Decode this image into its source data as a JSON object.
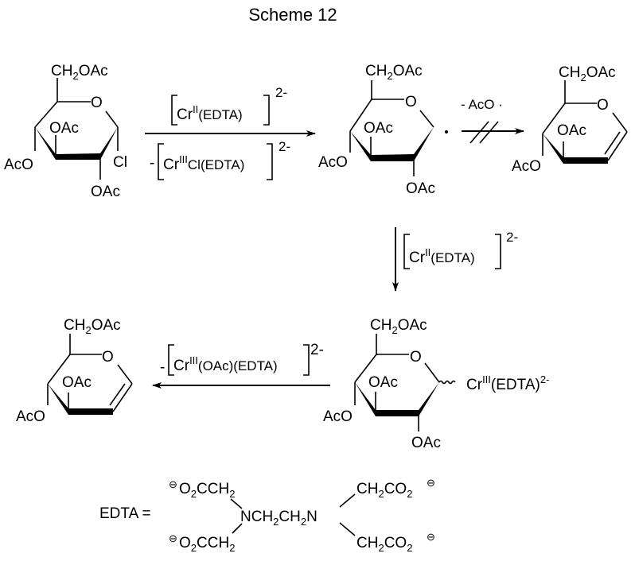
{
  "title": "Scheme 12",
  "labels": {
    "ch2oac_main": "CH",
    "ch2oac_sub": "2",
    "ch2oac_tail": "OAc",
    "ring_o": "O",
    "oac": "OAc",
    "aco": "AcO",
    "cl": "Cl",
    "radical_dot": "·",
    "cr_prefix": "Cr",
    "cr_ii": "II",
    "cr_iii": "III",
    "edta_paren": "(EDTA)",
    "cl_edta": "Cl(EDTA)",
    "oac_edta": "(OAc)(EDTA)",
    "charge_2minus": "2-",
    "minus_prefix": "-",
    "minus_aco_radical": "- AcO ·"
  },
  "edta": {
    "lhs": "EDTA =",
    "left_top": [
      "O",
      "2",
      "CCH",
      "2"
    ],
    "left_bottom": [
      "O",
      "2",
      "CCH",
      "2"
    ],
    "center": [
      "NCH",
      "2",
      "CH",
      "2",
      "N"
    ],
    "right_top": [
      "CH",
      "2",
      "CO",
      "2"
    ],
    "right_bottom": [
      "CH",
      "2",
      "CO",
      "2"
    ],
    "anion_symbol": "⊖"
  },
  "steps": [
    {
      "name": "step1",
      "reagent_above": "[CrII(EDTA)]2-",
      "reagent_below": "- [CrIIICl(EDTA)]2-",
      "direction": "right"
    },
    {
      "name": "step2-blocked",
      "reagent_above": "- AcO·",
      "direction": "right",
      "blocked": true
    },
    {
      "name": "step3",
      "reagent_side": "[CrII(EDTA)]2-",
      "direction": "down"
    },
    {
      "name": "step4",
      "reagent_above": "- [CrIII(OAc)(EDTA)]2-",
      "direction": "left"
    }
  ]
}
